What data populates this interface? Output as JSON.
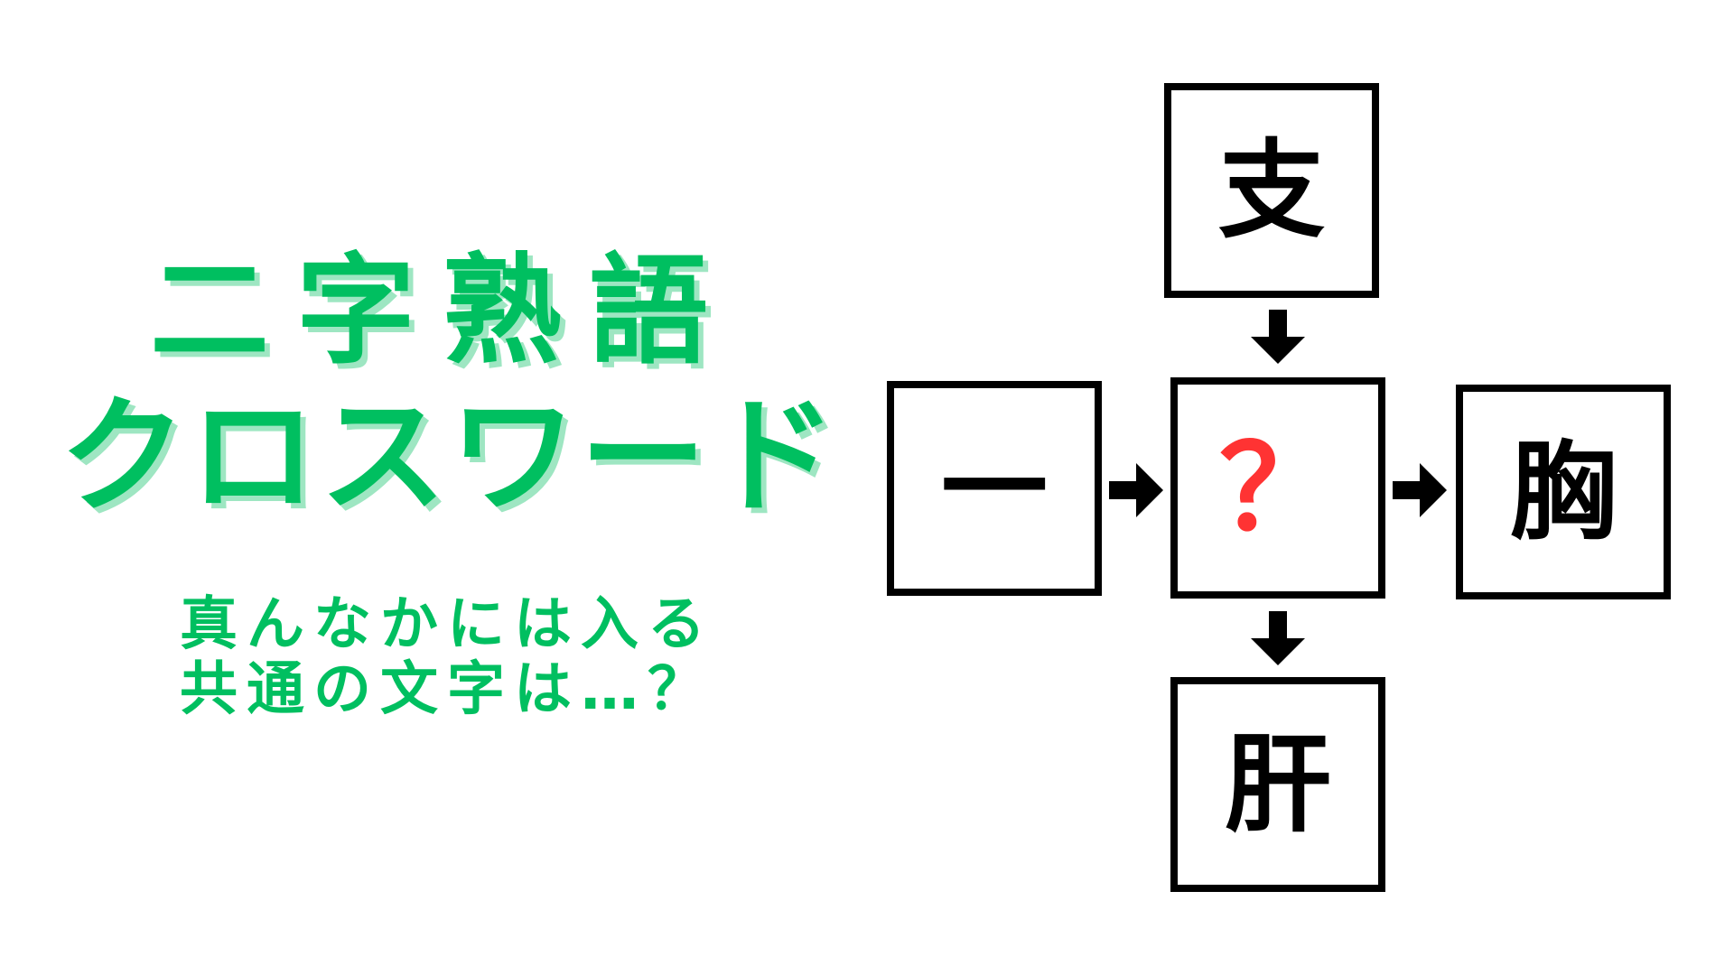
{
  "title": {
    "line1": "二字熟語",
    "line2": "クロスワード",
    "color": "#00BF60",
    "shadow_color": "#9EE6C2"
  },
  "subtitle": {
    "line1": "真んなかには入る",
    "line2": "共通の文字は…？"
  },
  "puzzle": {
    "top": "支",
    "left": "一",
    "center": "？",
    "right": "胸",
    "bottom": "肝",
    "center_color": "#FF3333",
    "arrows": [
      "arrow-down-icon",
      "arrow-right-icon",
      "arrow-right-icon",
      "arrow-down-icon"
    ]
  }
}
